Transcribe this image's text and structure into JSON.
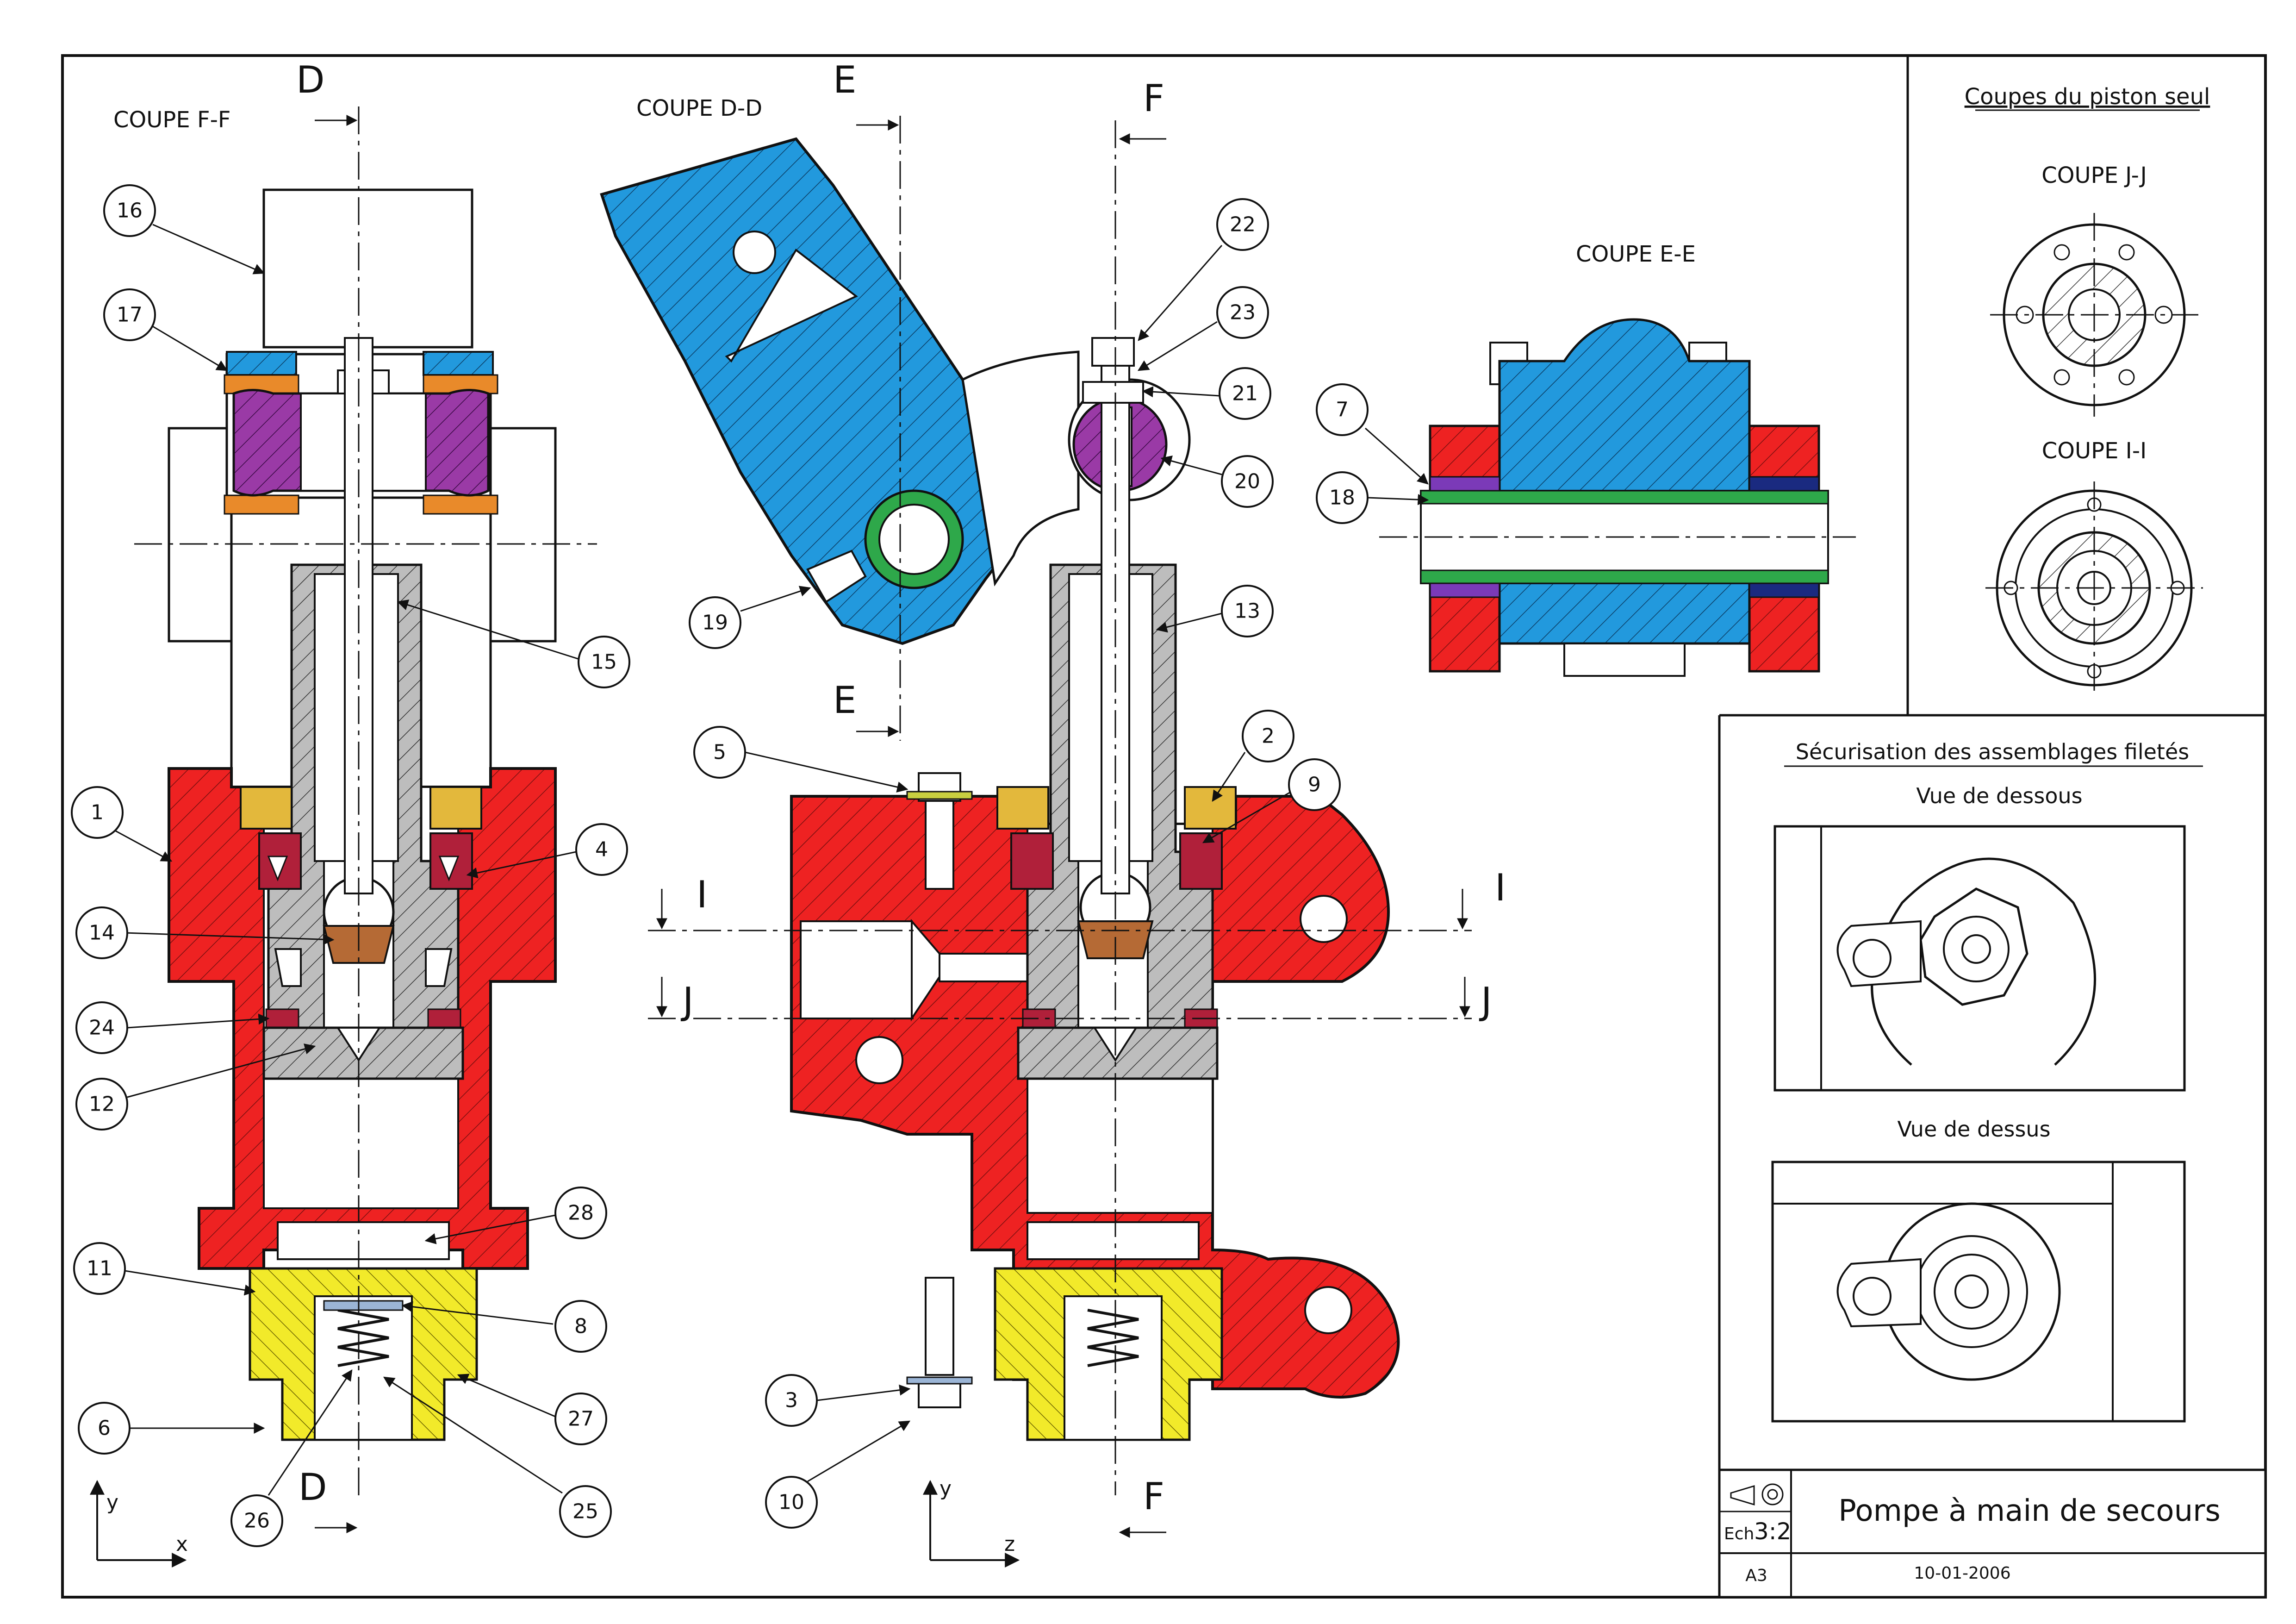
{
  "views": {
    "coupe_ff": "COUPE F-F",
    "coupe_dd": "COUPE D-D",
    "coupe_ee": "COUPE E-E",
    "coupe_jj": "COUPE J-J",
    "coupe_ii": "COUPE I-I",
    "piston_heading": "Coupes du piston seul"
  },
  "section_letters": {
    "d_top": "D",
    "d_bottom": "D",
    "e_top": "E",
    "e_mid": "E",
    "f_top": "F",
    "f_bottom": "F",
    "i_left": "I",
    "i_right": "I",
    "j_left": "J",
    "j_right": "J"
  },
  "securisation": {
    "heading": "Sécurisation des assemblages filetés",
    "vue_dessous": "Vue de dessous",
    "vue_dessus": "Vue de dessus"
  },
  "title_block": {
    "title": "Pompe à main de secours",
    "scale_label": "Ech",
    "scale": "3:2",
    "format": "A3",
    "date": "10-01-2006"
  },
  "axes": {
    "left_x": "x",
    "left_y": "y",
    "mid_y": "y",
    "mid_z": "z"
  },
  "balloons": {
    "b1": "1",
    "b2": "2",
    "b3": "3",
    "b4": "4",
    "b5": "5",
    "b6": "6",
    "b7": "7",
    "b8": "8",
    "b9": "9",
    "b10": "10",
    "b11": "11",
    "b12": "12",
    "b13": "13",
    "b14": "14",
    "b15": "15",
    "b16": "16",
    "b17": "17",
    "b18": "18",
    "b19": "19",
    "b20": "20",
    "b21": "21",
    "b22": "22",
    "b23": "23",
    "b24": "24",
    "b25": "25",
    "b26": "26",
    "b27": "27",
    "b28": "28"
  },
  "colors": {
    "body_red": "#ee2222",
    "lever_blue": "#2299dd",
    "piston_gray": "#bdbdbd",
    "bushing_yellow": "#f2ea2a",
    "seal_purple": "#9a3aa6",
    "seal_orange": "#e98a2a",
    "pin_green": "#2ea84a",
    "ball_brown": "#b56a35",
    "guide_gold": "#e3b83c",
    "dark_red": "#b0203a",
    "navy": "#1a2a80"
  }
}
